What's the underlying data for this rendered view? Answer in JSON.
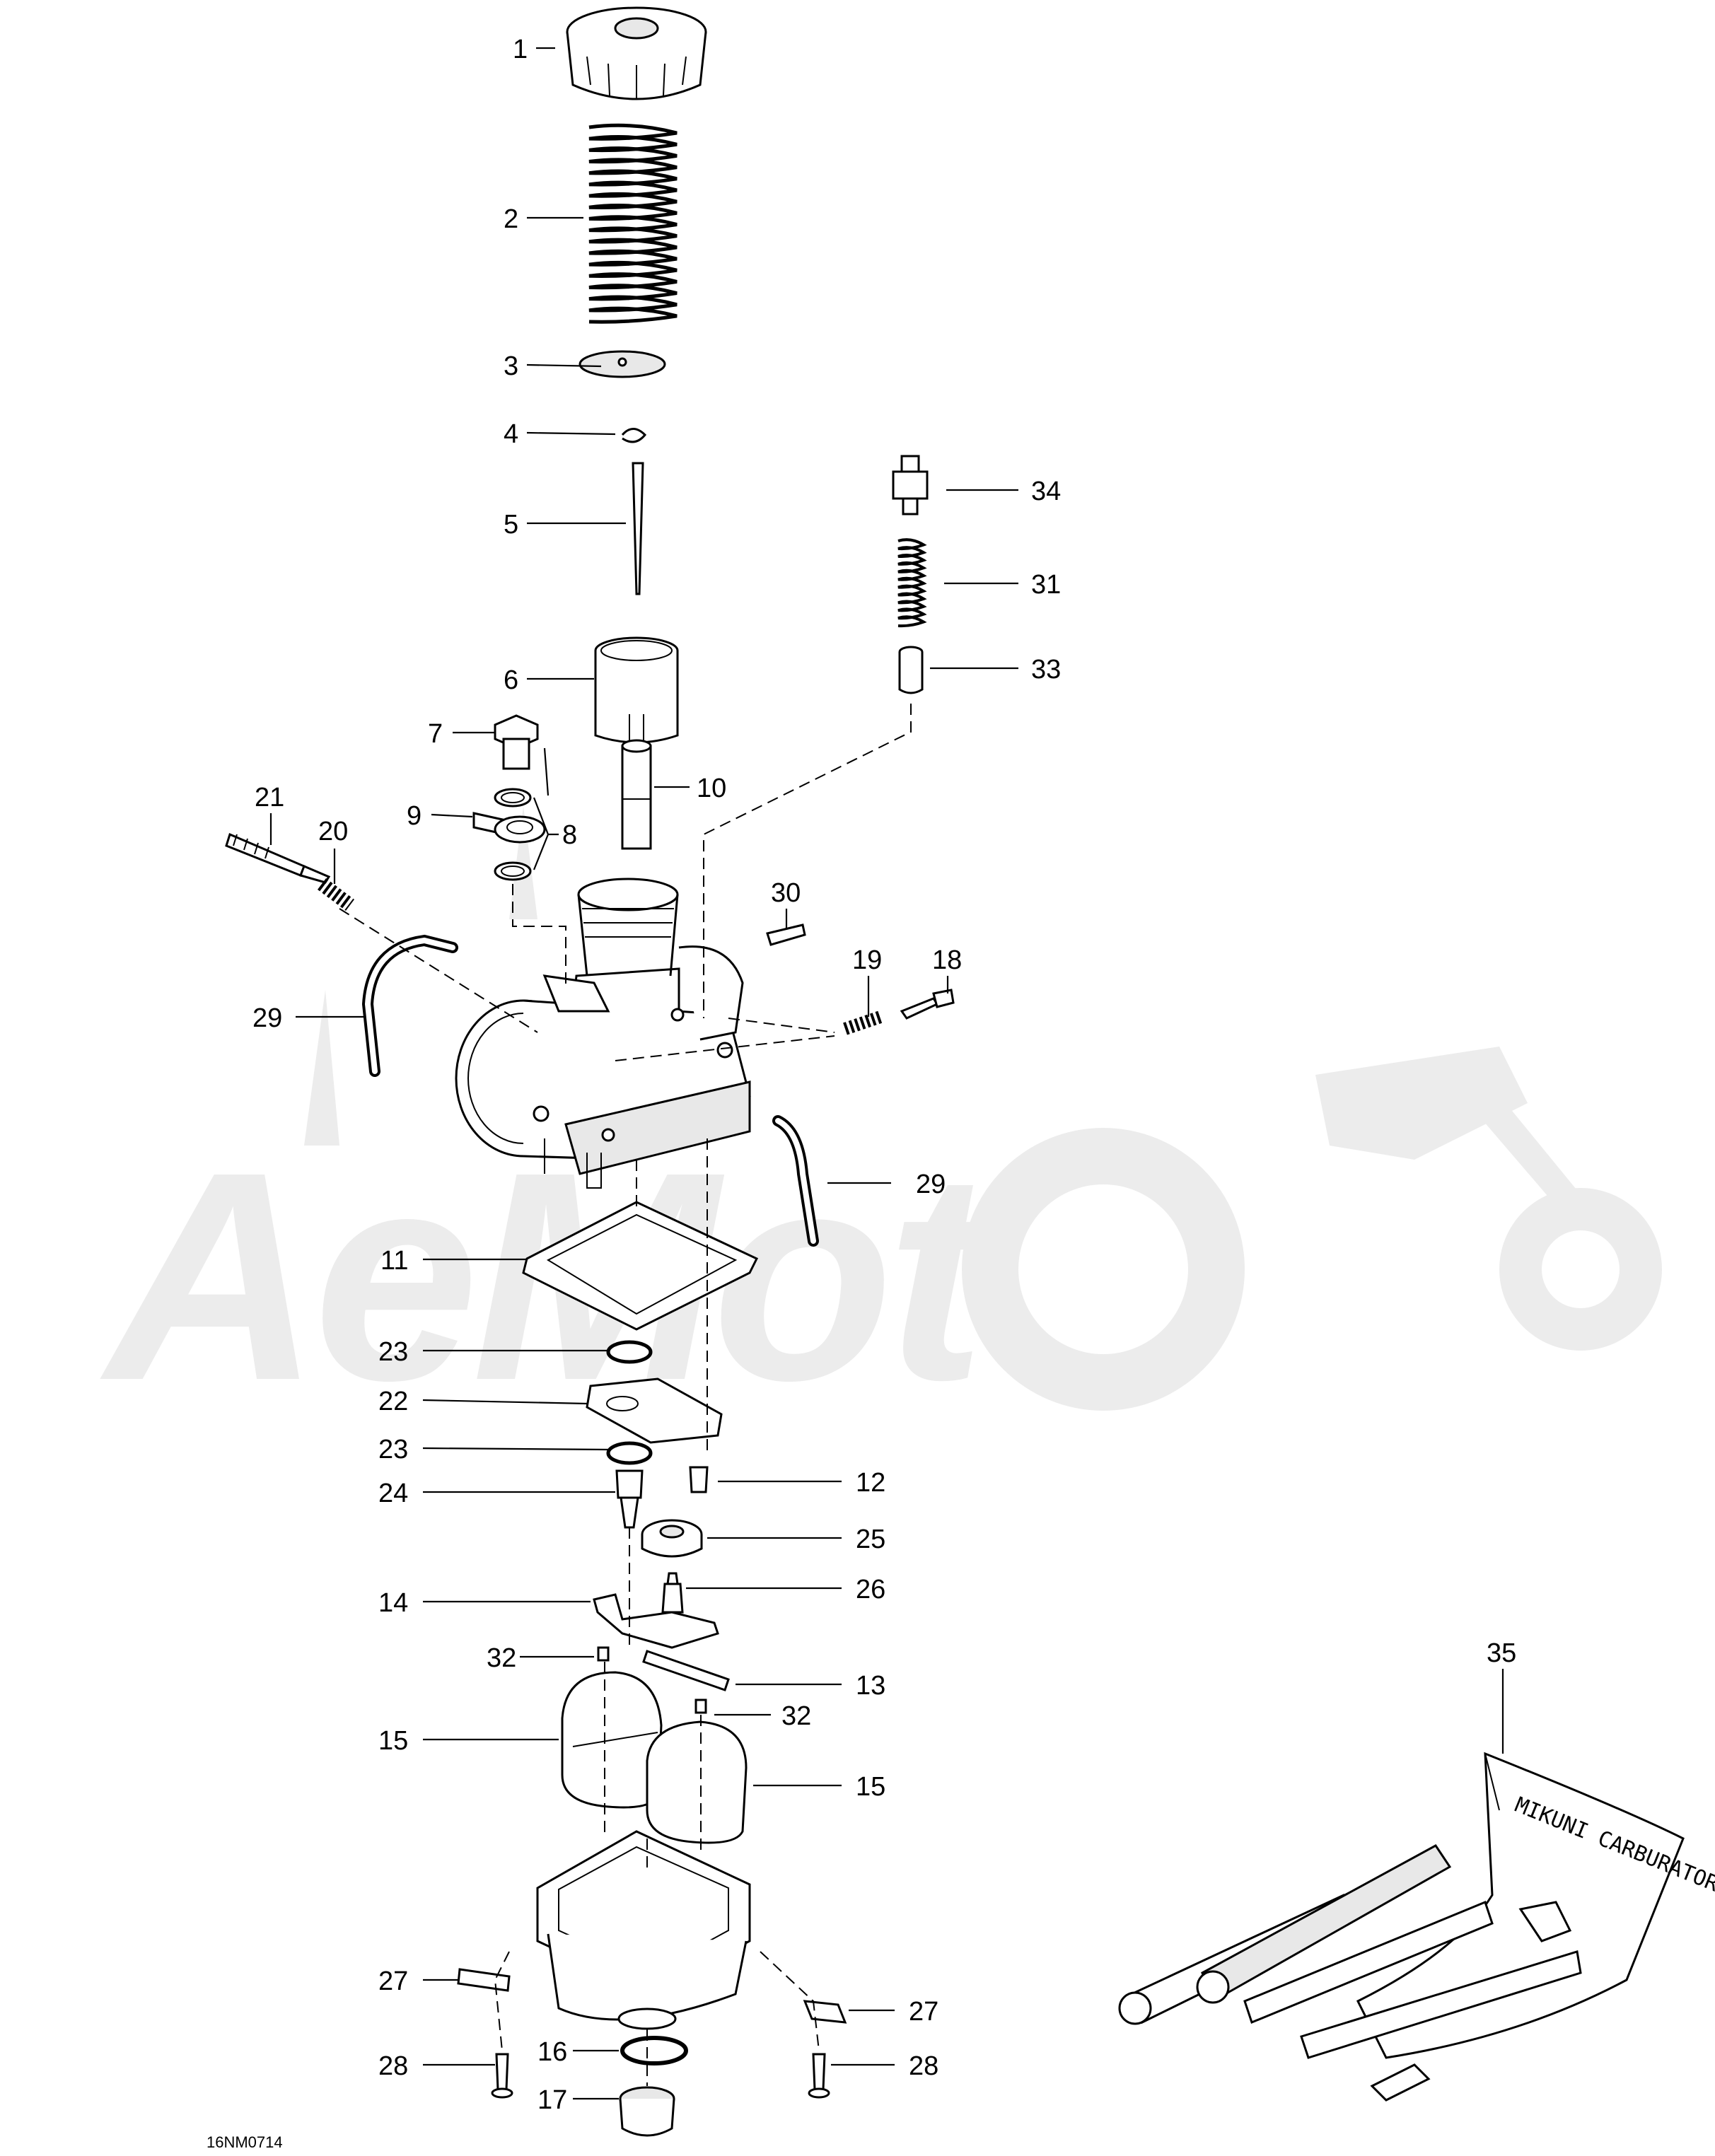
{
  "diagram": {
    "reference_code": "16NM0714",
    "watermark": "AeMoto",
    "callouts": [
      {
        "id": "c1",
        "label": "1"
      },
      {
        "id": "c2",
        "label": "2"
      },
      {
        "id": "c3",
        "label": "3"
      },
      {
        "id": "c4",
        "label": "4"
      },
      {
        "id": "c5",
        "label": "5"
      },
      {
        "id": "c6",
        "label": "6"
      },
      {
        "id": "c7",
        "label": "7"
      },
      {
        "id": "c8",
        "label": "8"
      },
      {
        "id": "c9",
        "label": "9"
      },
      {
        "id": "c10",
        "label": "10"
      },
      {
        "id": "c21",
        "label": "21"
      },
      {
        "id": "c20",
        "label": "20"
      },
      {
        "id": "c30",
        "label": "30"
      },
      {
        "id": "c19",
        "label": "19"
      },
      {
        "id": "c18",
        "label": "18"
      },
      {
        "id": "c29a",
        "label": "29"
      },
      {
        "id": "c29b",
        "label": "29"
      },
      {
        "id": "c34",
        "label": "34"
      },
      {
        "id": "c31",
        "label": "31"
      },
      {
        "id": "c33",
        "label": "33"
      },
      {
        "id": "c11",
        "label": "11"
      },
      {
        "id": "c23a",
        "label": "23"
      },
      {
        "id": "c22",
        "label": "22"
      },
      {
        "id": "c23b",
        "label": "23"
      },
      {
        "id": "c24",
        "label": "24"
      },
      {
        "id": "c12",
        "label": "12"
      },
      {
        "id": "c25",
        "label": "25"
      },
      {
        "id": "c14",
        "label": "14"
      },
      {
        "id": "c26",
        "label": "26"
      },
      {
        "id": "c32a",
        "label": "32"
      },
      {
        "id": "c13",
        "label": "13"
      },
      {
        "id": "c32b",
        "label": "32"
      },
      {
        "id": "c15a",
        "label": "15"
      },
      {
        "id": "c15b",
        "label": "15"
      },
      {
        "id": "c27a",
        "label": "27"
      },
      {
        "id": "c27b",
        "label": "27"
      },
      {
        "id": "c16",
        "label": "16"
      },
      {
        "id": "c28a",
        "label": "28"
      },
      {
        "id": "c28b",
        "label": "28"
      },
      {
        "id": "c17",
        "label": "17"
      },
      {
        "id": "c35",
        "label": "35"
      }
    ],
    "tool_kit_lettering": "MIKUNI CARBURATOR SPECIAL TOOLS"
  }
}
